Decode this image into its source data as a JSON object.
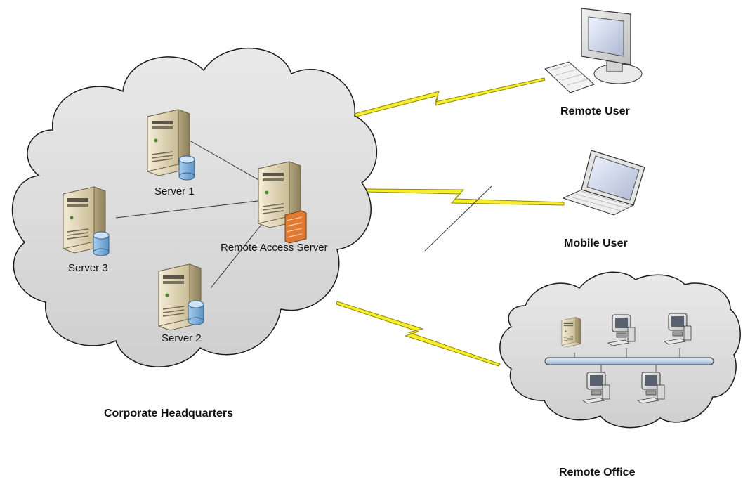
{
  "labels": {
    "server1": "Server 1",
    "server2": "Server 2",
    "server3": "Server 3",
    "ras": "Remote Access Server",
    "corporate": "Corporate Headquarters",
    "remote_user": "Remote User",
    "mobile_user": "Mobile User",
    "remote_office": "Remote Office"
  },
  "colors": {
    "cloud_fill": "#d9d9d9",
    "cloud_stroke": "#1a1a1a",
    "lightning": "#f6ee2c",
    "lightning_stroke": "#8f8a00",
    "server_body": "#e6dcc2",
    "db_blue": "#7fb2de",
    "firewall": "#e07a33",
    "bus": "#bcd2ea"
  },
  "icons": {
    "server": "server-tower-icon",
    "database": "database-icon",
    "firewall": "firewall-icon",
    "desktop": "desktop-computer-icon",
    "laptop": "laptop-icon",
    "workstation": "workstation-icon"
  }
}
